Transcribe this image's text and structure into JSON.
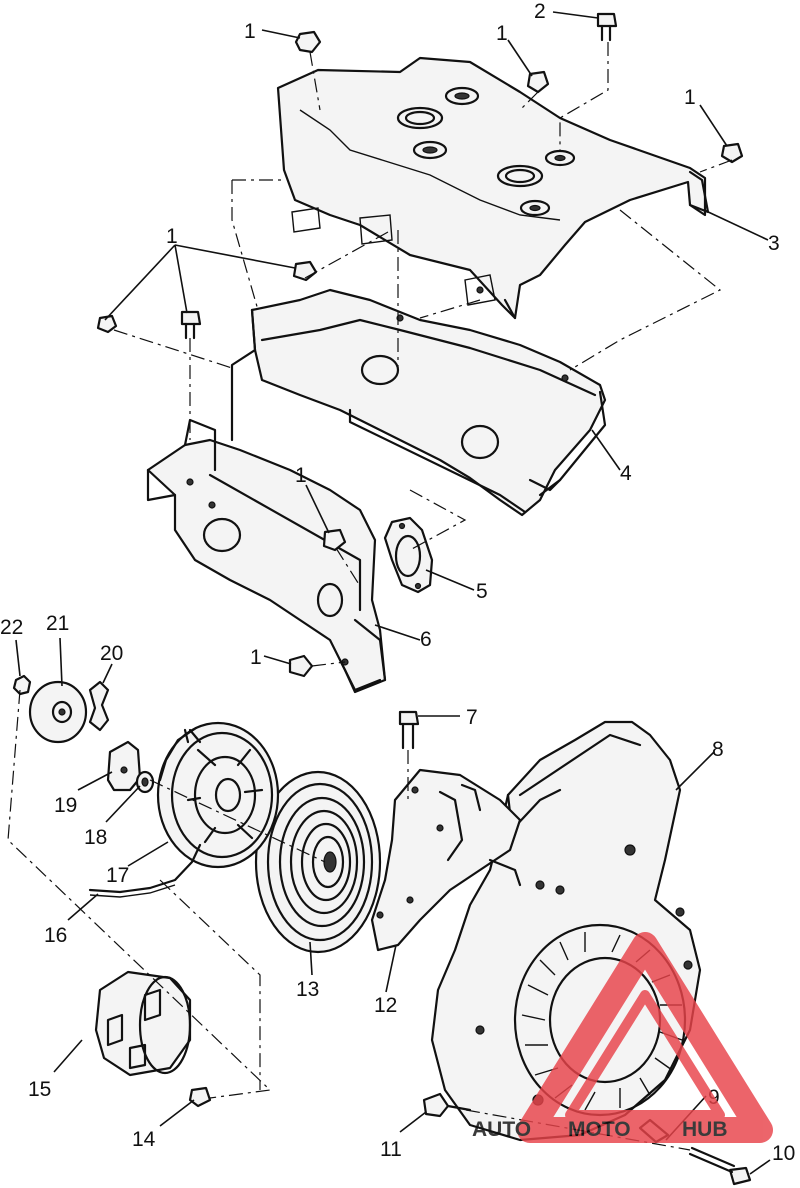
{
  "callouts": [
    {
      "id": "c1a",
      "label": "1"
    },
    {
      "id": "c2",
      "label": "2"
    },
    {
      "id": "c1b",
      "label": "1"
    },
    {
      "id": "c1c",
      "label": "1"
    },
    {
      "id": "c3",
      "label": "3"
    },
    {
      "id": "c1d",
      "label": "1"
    },
    {
      "id": "c4",
      "label": "4"
    },
    {
      "id": "c1e",
      "label": "1"
    },
    {
      "id": "c5",
      "label": "5"
    },
    {
      "id": "c6",
      "label": "6"
    },
    {
      "id": "c1f",
      "label": "1"
    },
    {
      "id": "c22",
      "label": "22"
    },
    {
      "id": "c21",
      "label": "21"
    },
    {
      "id": "c20",
      "label": "20"
    },
    {
      "id": "c7",
      "label": "7"
    },
    {
      "id": "c8",
      "label": "8"
    },
    {
      "id": "c19",
      "label": "19"
    },
    {
      "id": "c18",
      "label": "18"
    },
    {
      "id": "c17",
      "label": "17"
    },
    {
      "id": "c16",
      "label": "16"
    },
    {
      "id": "c13",
      "label": "13"
    },
    {
      "id": "c12",
      "label": "12"
    },
    {
      "id": "c15",
      "label": "15"
    },
    {
      "id": "c14",
      "label": "14"
    },
    {
      "id": "c9",
      "label": "9"
    },
    {
      "id": "c11",
      "label": "11"
    },
    {
      "id": "c10",
      "label": "10"
    }
  ],
  "watermark": {
    "text_left": "AUTO",
    "text_middle": "MOTO",
    "text_right": "HUB",
    "color_primary": "#e8434a",
    "color_secondary": "#f2b233",
    "color_dark": "#333333"
  }
}
